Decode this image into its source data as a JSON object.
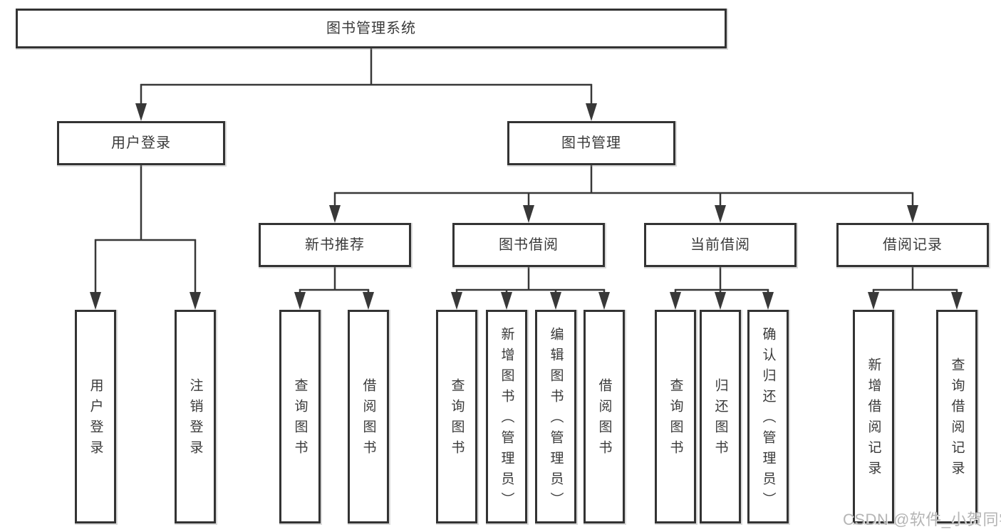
{
  "diagram": {
    "root": "图书管理系统",
    "user_branch": {
      "label": "用户登录",
      "children": [
        "用户登录",
        "注销登录"
      ]
    },
    "book_branch": {
      "label": "图书管理",
      "groups": [
        {
          "label": "新书推荐",
          "children": [
            "查询图书",
            "借阅图书"
          ]
        },
        {
          "label": "图书借阅",
          "children": [
            "查询图书",
            "新增图书（管理员）",
            "编辑图书（管理员）",
            "借阅图书"
          ]
        },
        {
          "label": "当前借阅",
          "children": [
            "查询图书",
            "归还图书",
            "确认归还（管理员）"
          ]
        },
        {
          "label": "借阅记录",
          "children": [
            "新增借阅记录",
            "查询借阅记录"
          ]
        }
      ]
    }
  },
  "colors": {
    "line": "#383838",
    "box_border": "#333333",
    "text": "#3a3a3a",
    "watermark": "#b5b5b5",
    "background": "#ffffff"
  },
  "watermark": "CSDN @软件_小贺同学"
}
